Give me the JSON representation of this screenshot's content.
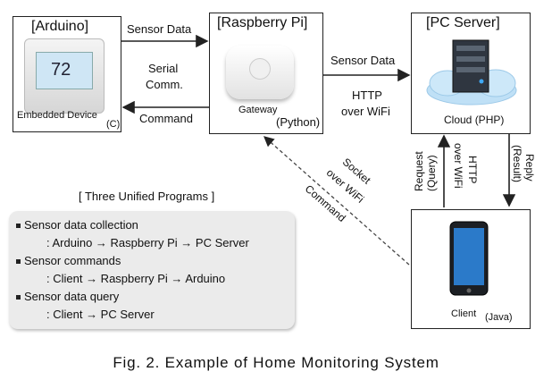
{
  "nodes": {
    "arduino": {
      "title": "[Arduino]",
      "caption": "Embedded Device",
      "lang": "(C)",
      "screen_text": "72"
    },
    "raspberry": {
      "title": "[Raspberry Pi]",
      "caption": "Gateway",
      "lang": "(Python)"
    },
    "server": {
      "title": "[PC Server]",
      "caption": "Cloud (PHP)"
    },
    "client": {
      "title": "Client",
      "lang": "(Java)"
    }
  },
  "edges": {
    "ard_to_rpi": "Sensor Data",
    "serial_1": "Serial",
    "serial_2": "Comm.",
    "rpi_to_ard": "Command",
    "rpi_to_srv": "Sensor Data",
    "http_1": "HTTP",
    "http_2": "over WiFi",
    "socket_1": "Socket",
    "socket_2": "over WiFi",
    "socket_cmd": "Command",
    "req_1": "Request",
    "req_2": "(Query)",
    "mid_1": "HTTP",
    "mid_2": "over WiFi",
    "reply_1": "Reply",
    "reply_2": "(Result)"
  },
  "summary": {
    "heading": "[ Three Unified Programs ]",
    "items": [
      {
        "title": "Sensor data collection",
        "path": ": Arduino → Raspberry Pi → PC Server"
      },
      {
        "title": "Sensor commands",
        "path": ": Client → Raspberry Pi → Arduino"
      },
      {
        "title": "Sensor data query",
        "path": ": Client → PC Server"
      }
    ]
  },
  "caption": "Fig. 2. Example of Home Monitoring System"
}
